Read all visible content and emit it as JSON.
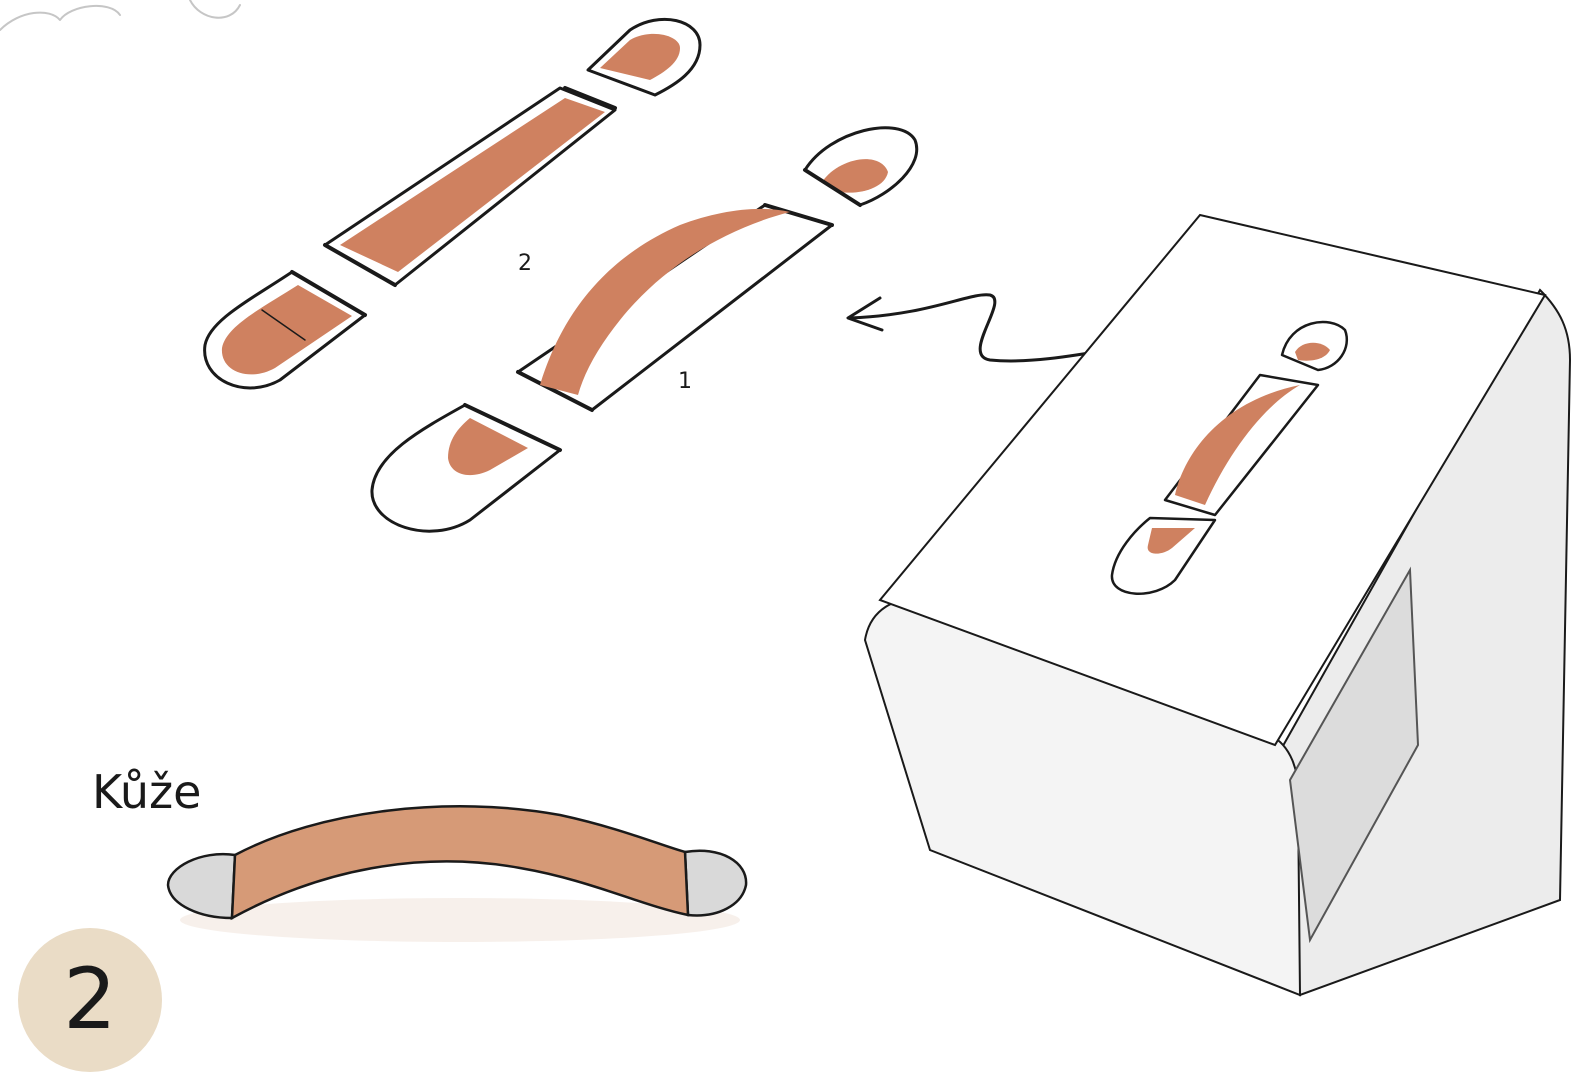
{
  "labels": {
    "variant_2": "2",
    "variant_1": "1",
    "material": "Kůže",
    "sheet_number": "2"
  },
  "colors": {
    "leather": "#cf8160",
    "leather_highlight": "#e7a887",
    "cap_grey": "#d9d9d9",
    "badge_bg": "#eadcc6",
    "ink": "#1a1a1a",
    "box_shade": "#e6e6e6"
  }
}
